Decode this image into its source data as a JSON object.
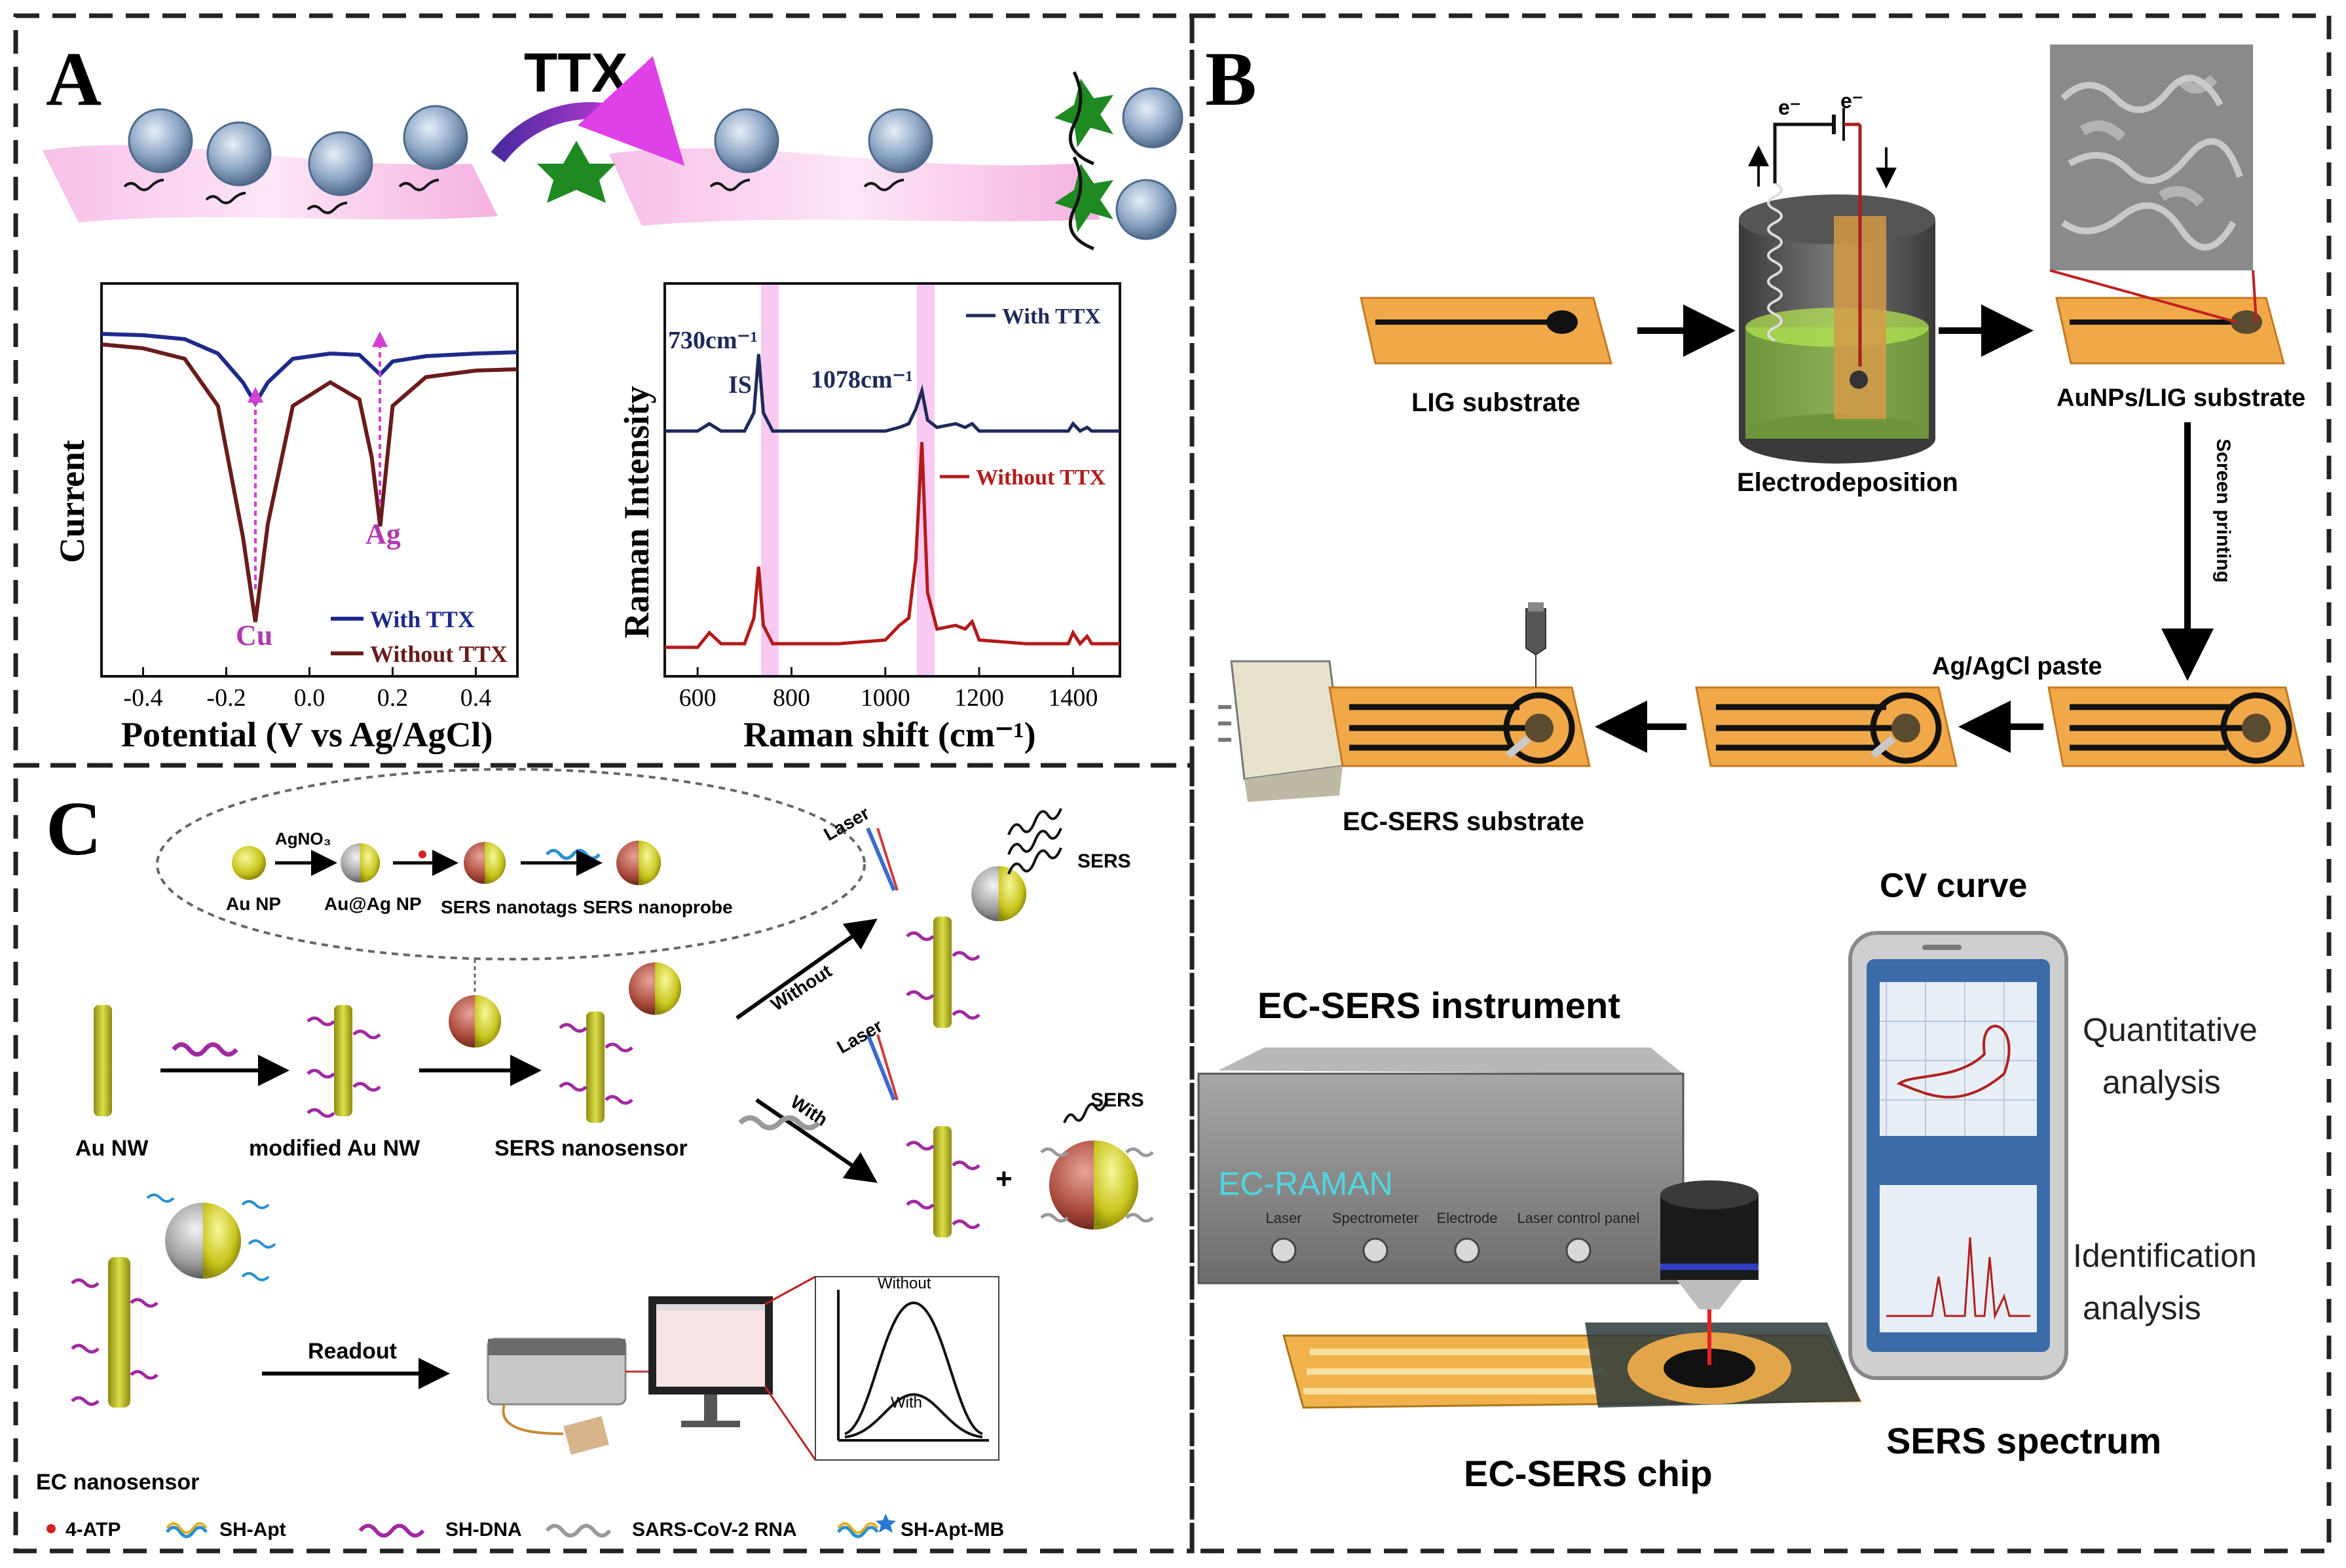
{
  "panels": {
    "a": {
      "letter": "A",
      "ttx_label": "TTX",
      "cv_chart": {
        "ylabel": "Current",
        "xlabel": "Potential (V vs Ag/AgCl)",
        "xticks": [
          "-0.4",
          "-0.2",
          "0.0",
          "0.2",
          "0.4"
        ],
        "peak_cu": "Cu",
        "peak_ag": "Ag",
        "legend": [
          "With TTX",
          "Without TTX"
        ]
      },
      "raman_chart": {
        "ylabel": "Raman Intensity",
        "xlabel": "Raman shift (cm⁻¹)",
        "xticks": [
          "600",
          "800",
          "1000",
          "1200",
          "1400"
        ],
        "annot_730": "730cm⁻¹",
        "annot_is": "IS",
        "annot_1078": "1078cm⁻¹",
        "legend": [
          "With TTX",
          "Without TTX"
        ]
      }
    },
    "b": {
      "letter": "B",
      "lig": "LIG substrate",
      "electrodeposition": "Electrodeposition",
      "aunps": "AuNPs/LIG substrate",
      "screen_printing": "Screen printing",
      "agagcl": "Ag/AgCl paste",
      "ec_sers_substrate": "EC-SERS substrate",
      "electron": "e⁻",
      "cv_curve": "CV curve",
      "instrument": "EC-SERS instrument",
      "ec_raman": "EC-RAMAN",
      "knobs": [
        "Laser",
        "Spectrometer",
        "Electrode",
        "Laser control panel"
      ],
      "quantitative": [
        "Quantitative",
        "analysis"
      ],
      "identification": [
        "Identification",
        "analysis"
      ],
      "sers_spectrum": "SERS spectrum",
      "chip": "EC-SERS chip"
    },
    "c": {
      "letter": "C",
      "agno3": "AgNO₃",
      "au_np": "Au NP",
      "auag_np": "Au@Ag NP",
      "sers_nanotags": "SERS nanotags",
      "sers_nanoprobe": "SERS nanoprobe",
      "au_nw": "Au NW",
      "modified_au_nw": "modified Au NW",
      "sers_nanosensor": "SERS nanosensor",
      "without": "Without",
      "with": "With",
      "laser": "Laser",
      "sers": "SERS",
      "readout": "Readout",
      "ec_nanosensor": "EC nanosensor",
      "curve_without": "Without",
      "curve_with": "With",
      "legend": [
        "4-ATP",
        "SH-Apt",
        "SH-DNA",
        "SARS-CoV-2 RNA",
        "SH-Apt-MB"
      ]
    }
  },
  "chart_data": [
    {
      "type": "line",
      "title": "",
      "xlabel": "Potential (V vs Ag/AgCl)",
      "ylabel": "Current",
      "xlim": [
        -0.5,
        0.5
      ],
      "x": [
        -0.5,
        -0.4,
        -0.3,
        -0.22,
        -0.16,
        -0.13,
        -0.1,
        -0.04,
        0.05,
        0.12,
        0.15,
        0.17,
        0.2,
        0.28,
        0.4,
        0.5
      ],
      "series": [
        {
          "name": "With TTX",
          "values": [
            0.05,
            0.06,
            0.09,
            0.2,
            0.42,
            0.58,
            0.42,
            0.24,
            0.2,
            0.21,
            0.3,
            0.36,
            0.26,
            0.22,
            0.2,
            0.19
          ]
        },
        {
          "name": "Without TTX",
          "values": [
            0.13,
            0.16,
            0.24,
            0.6,
            1.6,
            2.25,
            1.5,
            0.6,
            0.42,
            0.55,
            1.0,
            1.52,
            0.6,
            0.38,
            0.33,
            0.32
          ]
        }
      ]
    },
    {
      "type": "line",
      "title": "",
      "xlabel": "Raman shift (cm⁻¹)",
      "ylabel": "Raman Intensity",
      "xlim": [
        530,
        1500
      ],
      "x": [
        530,
        600,
        625,
        650,
        700,
        720,
        730,
        740,
        760,
        800,
        900,
        1000,
        1030,
        1050,
        1065,
        1078,
        1090,
        1110,
        1150,
        1170,
        1185,
        1200,
        1300,
        1390,
        1400,
        1415,
        1430,
        1440,
        1500
      ],
      "series": [
        {
          "name": "With TTX",
          "values": [
            0.61,
            0.61,
            0.63,
            0.61,
            0.61,
            0.66,
            0.82,
            0.66,
            0.61,
            0.61,
            0.61,
            0.61,
            0.62,
            0.63,
            0.67,
            0.72,
            0.64,
            0.62,
            0.63,
            0.62,
            0.63,
            0.61,
            0.61,
            0.61,
            0.63,
            0.61,
            0.62,
            0.61,
            0.61
          ]
        },
        {
          "name": "Without TTX",
          "values": [
            0.02,
            0.02,
            0.06,
            0.03,
            0.03,
            0.1,
            0.24,
            0.08,
            0.03,
            0.03,
            0.03,
            0.04,
            0.08,
            0.1,
            0.26,
            0.58,
            0.17,
            0.07,
            0.08,
            0.07,
            0.09,
            0.04,
            0.03,
            0.03,
            0.06,
            0.03,
            0.05,
            0.03,
            0.03
          ]
        }
      ]
    }
  ]
}
